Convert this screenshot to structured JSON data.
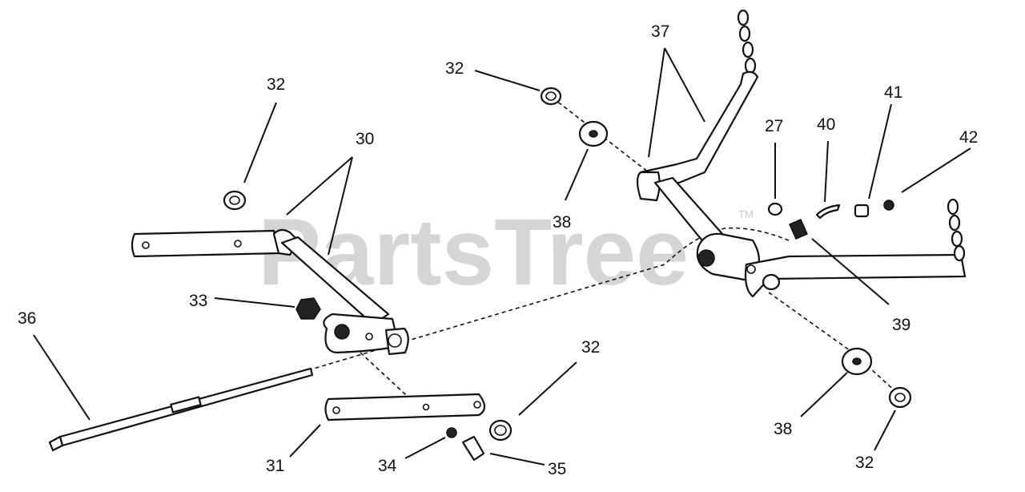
{
  "watermark": {
    "text": "PartsTree",
    "trademark": "TM"
  },
  "callouts": {
    "c30": "30",
    "c31": "31",
    "c32a": "32",
    "c32b": "32",
    "c32c": "32",
    "c32d": "32",
    "c33": "33",
    "c34": "34",
    "c35": "35",
    "c36": "36",
    "c37": "37",
    "c38a": "38",
    "c38b": "38",
    "c39": "39",
    "c40": "40",
    "c41": "41",
    "c42": "42",
    "c27": "27"
  }
}
